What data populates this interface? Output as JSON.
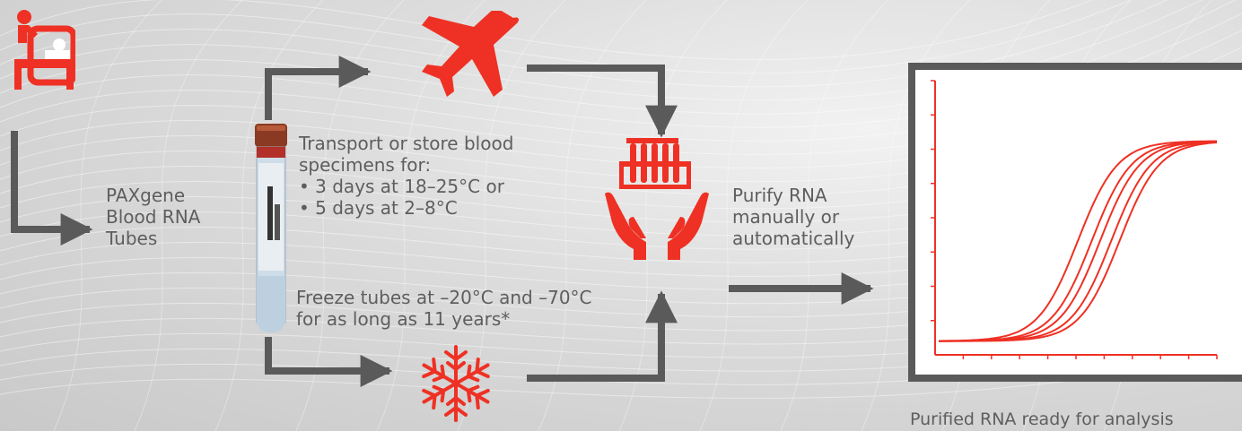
{
  "tubes_label": [
    "PAXgene",
    "Blood RNA",
    "Tubes"
  ],
  "transport": {
    "heading": [
      "Transport or store blood",
      "specimens for:"
    ],
    "bullets": [
      "3 days at 18–25°C or",
      "5 days at 2–8°C"
    ]
  },
  "freeze": [
    "Freeze tubes at –20°C and –70°C",
    "for as long as 11 years*"
  ],
  "purify": [
    "Purify RNA",
    "manually or",
    "automatically"
  ],
  "result_caption": "Purified RNA ready for analysis",
  "colors": {
    "accent": "#ee3124",
    "arrow": "#5a5a5a",
    "text": "#5e5e5e"
  },
  "icons": [
    "patient-bed-icon",
    "blood-tube-icon",
    "airplane-icon",
    "snowflake-icon",
    "hands-tubes-icon"
  ],
  "chart_data": {
    "type": "line",
    "title": "",
    "xlabel": "",
    "ylabel": "",
    "x_ticks": 10,
    "y_ticks": 8,
    "series": [
      {
        "midpoint": 0.5,
        "steepness": 14
      },
      {
        "midpoint": 0.55,
        "steepness": 14
      },
      {
        "midpoint": 0.58,
        "steepness": 14
      },
      {
        "midpoint": 0.62,
        "steepness": 14
      },
      {
        "midpoint": 0.65,
        "steepness": 14
      }
    ],
    "baseline": 0.05,
    "plateau": 0.78
  }
}
